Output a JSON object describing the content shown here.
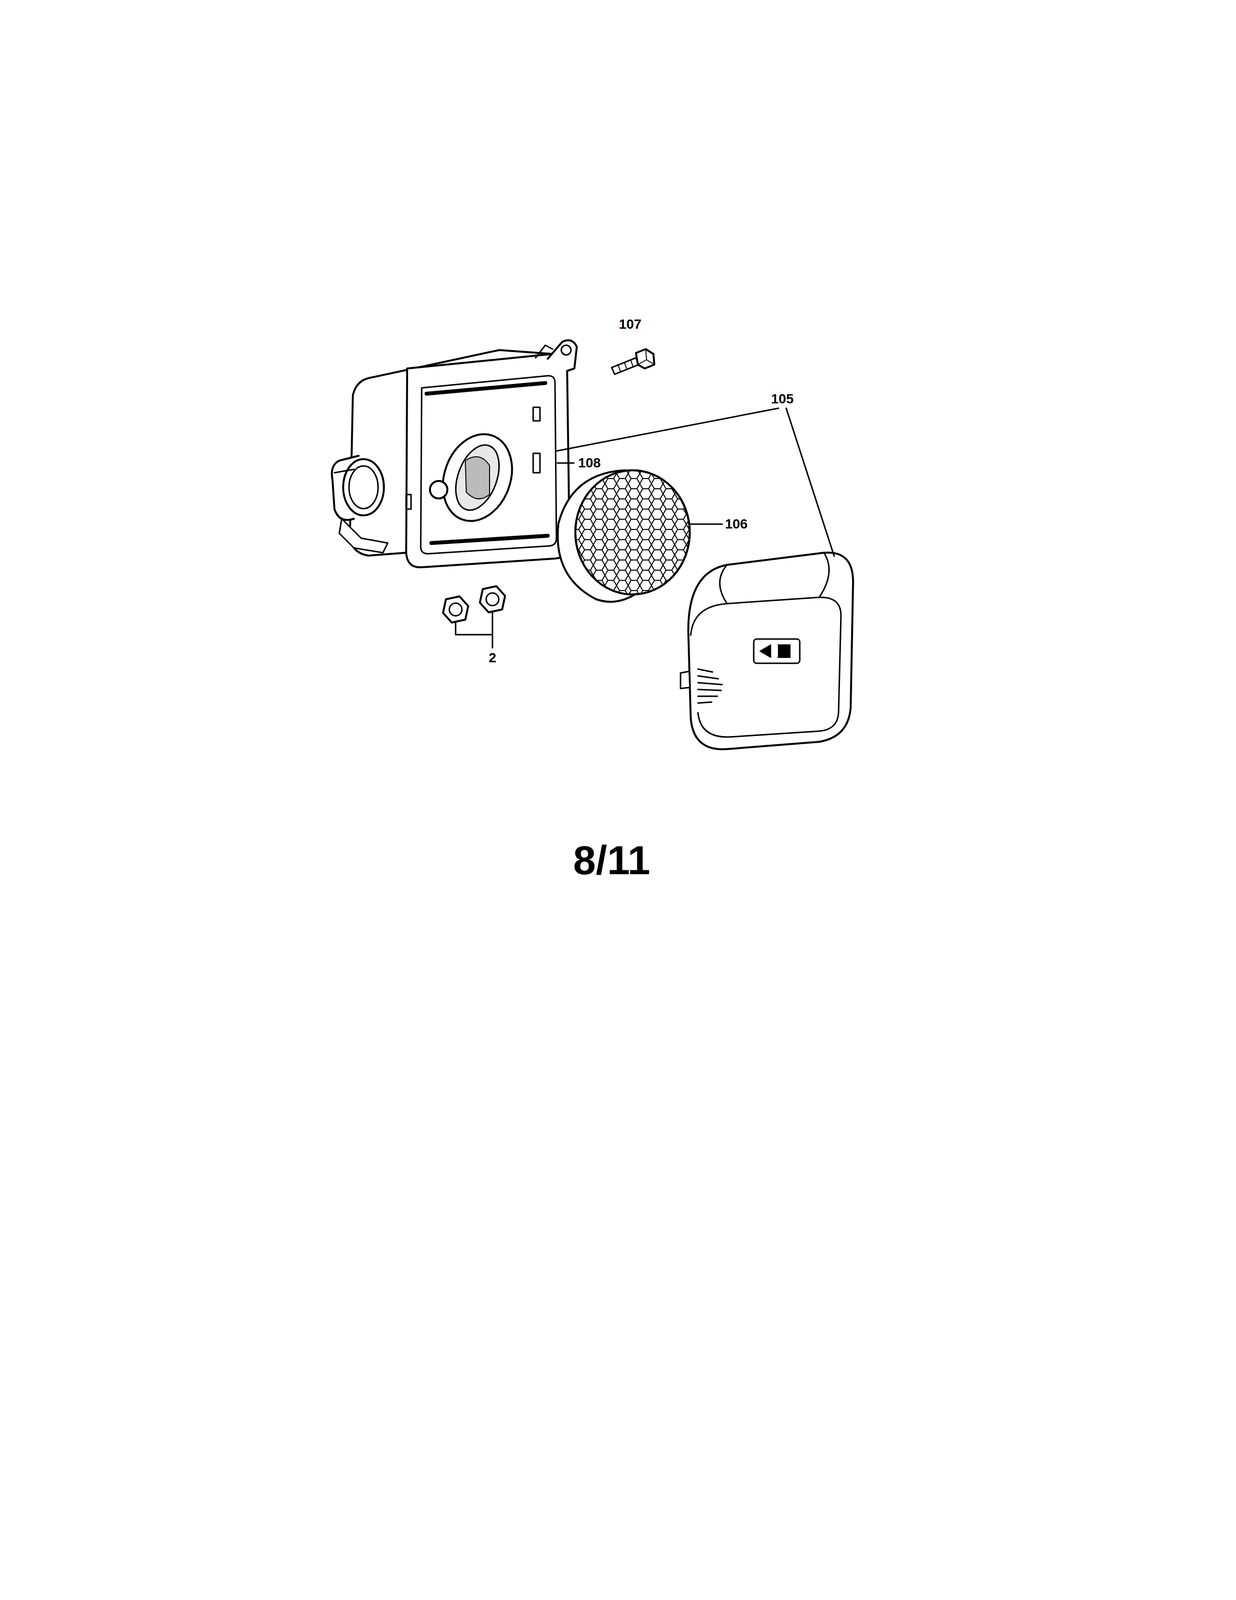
{
  "diagram": {
    "labels": [
      "107",
      "105",
      "108",
      "106",
      "2",
      "8/11"
    ]
  }
}
